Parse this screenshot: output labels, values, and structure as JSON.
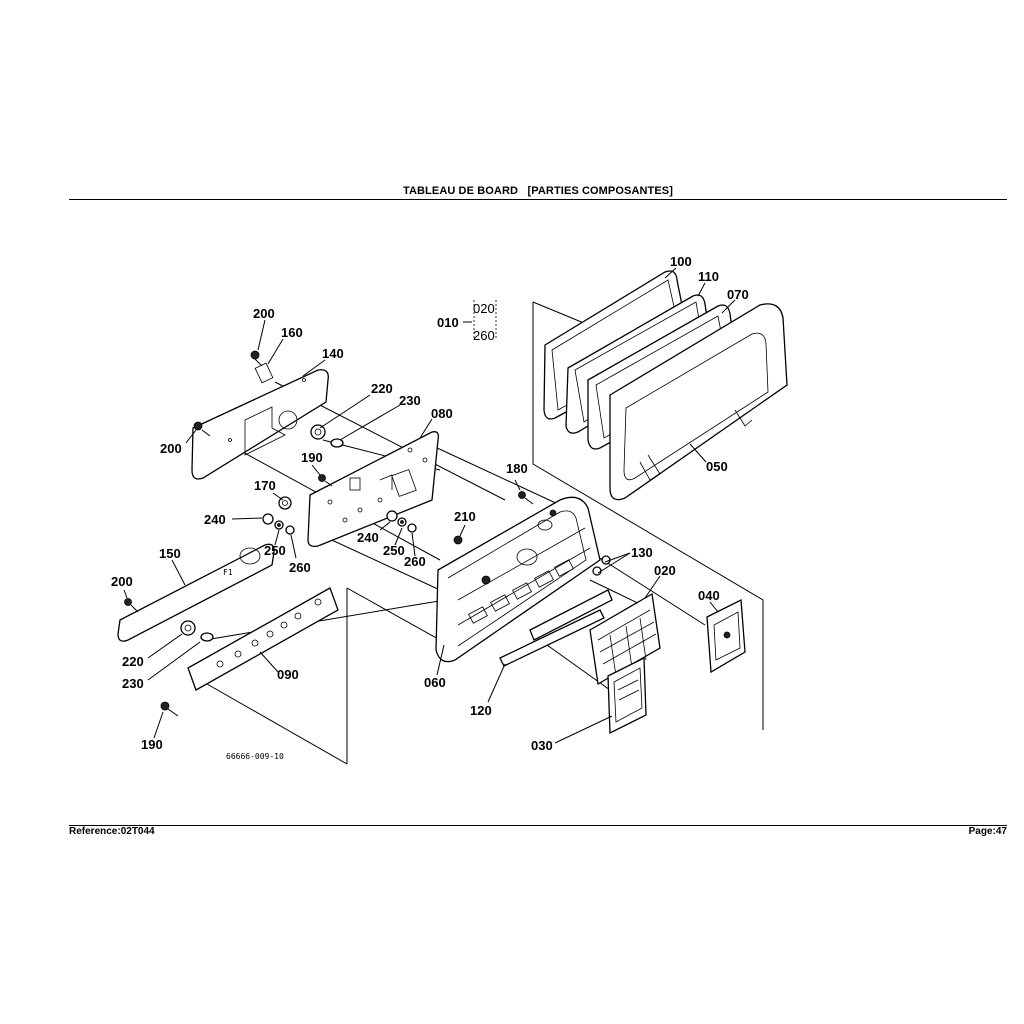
{
  "header": {
    "title": "TABLEAU DE BOARD   [PARTIES COMPOSANTES]"
  },
  "footer": {
    "reference": "Reference:02T044",
    "page": "Page:47"
  },
  "diagram": {
    "drawing_code": "66666-009-10",
    "callouts": [
      "200",
      "160",
      "140",
      "200",
      "220",
      "230",
      "080",
      "190",
      "170",
      "240",
      "250",
      "260",
      "240",
      "250",
      "260",
      "210",
      "150",
      "200",
      "220",
      "230",
      "090",
      "190",
      "060",
      "180",
      "130",
      "020",
      "040",
      "120",
      "030",
      "100",
      "110",
      "070",
      "050",
      "010",
      "020",
      "260"
    ]
  }
}
